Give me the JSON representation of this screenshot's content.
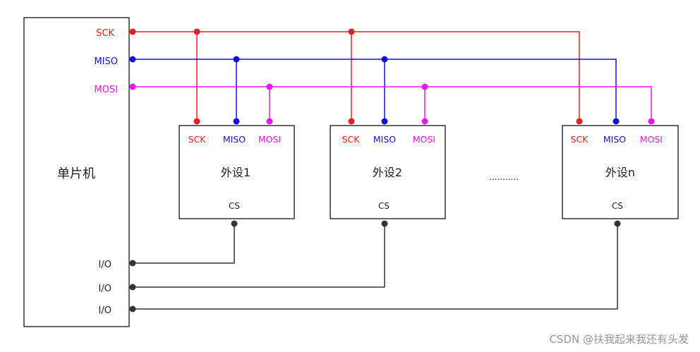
{
  "mcu": {
    "label": "单片机",
    "pins": {
      "sck": "SCK",
      "miso": "MISO",
      "mosi": "MOSI",
      "io1": "I/O",
      "io2": "I/O",
      "io3": "I/O"
    }
  },
  "devices": [
    {
      "name": "外设1",
      "sck": "SCK",
      "miso": "MISO",
      "mosi": "MOSI",
      "cs": "CS"
    },
    {
      "name": "外设2",
      "sck": "SCK",
      "miso": "MISO",
      "mosi": "MOSI",
      "cs": "CS"
    },
    {
      "name": "外设n",
      "sck": "SCK",
      "miso": "MISO",
      "mosi": "MOSI",
      "cs": "CS"
    }
  ],
  "ellipsis": "...........",
  "watermark": "CSDN @扶我起来我还有头发",
  "colors": {
    "sck": "#e8201c",
    "miso": "#1010d8",
    "mosi": "#e818e8",
    "io": "#333333"
  }
}
